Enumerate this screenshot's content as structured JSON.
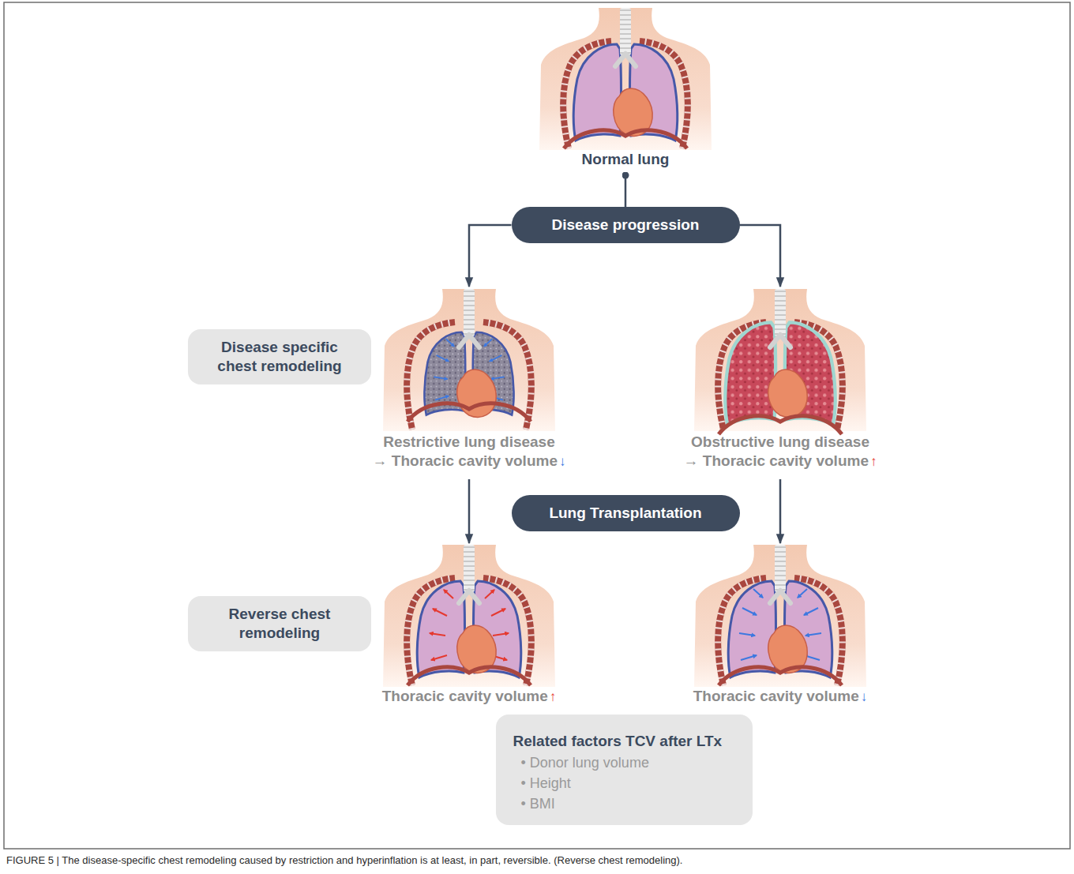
{
  "diagram": {
    "caption": "FIGURE 5 | The disease-specific chest remodeling caused by restriction and hyperinflation is at least, in part, reversible. (Reverse chest remodeling).",
    "nodes": [
      {
        "text": [
          "Normal lung"
        ]
      },
      {
        "text": [
          "Disease progression"
        ]
      },
      {
        "text": [
          "Disease specific chest remodeling"
        ]
      },
      {
        "text": [
          "Restrictive lung disease",
          "→ Thoracic cavity volume"
        ]
      },
      {
        "text": [
          "Obstructive lung disease",
          "→ Thoracic cavity volume"
        ]
      },
      {
        "text": [
          "Lung Transplantation"
        ]
      },
      {
        "text": [
          "Reverse chest remodeling"
        ]
      },
      {
        "text": [
          "Thoracic cavity volume"
        ]
      },
      {
        "text": [
          "Thoracic cavity volume"
        ]
      },
      {
        "text": [
          "Related factors TCV after LTx",
          "• Donor lung volume",
          "• Height",
          "• BMI"
        ]
      }
    ],
    "edges": [
      {
        "from": 0,
        "to": 1,
        "arrow": "none"
      },
      {
        "from": 1,
        "to": 3,
        "arrow": "to"
      },
      {
        "from": 1,
        "to": 4,
        "arrow": "to"
      },
      {
        "from": 3,
        "to": 7,
        "arrow": "to"
      },
      {
        "from": 4,
        "to": 8,
        "arrow": "to"
      }
    ],
    "labels": [
      "↓",
      "↑",
      "↑",
      "↓"
    ]
  }
}
